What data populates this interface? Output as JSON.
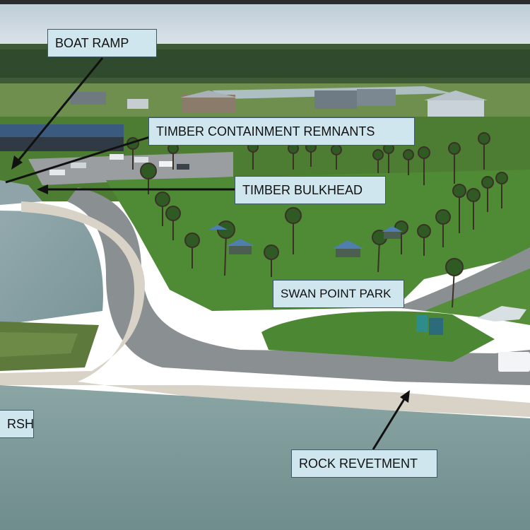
{
  "figure": {
    "callouts": {
      "boat_ramp": "BOAT RAMP",
      "timber_containment": "TIMBER CONTAINMENT REMNANTS",
      "timber_bulkhead": "TIMBER BULKHEAD",
      "park": "SWAN POINT PARK",
      "marsh": "RSH",
      "revetment": "ROCK REVETMENT"
    },
    "colors": {
      "callout_fill": "#cfe6ef",
      "callout_border": "#3d5966",
      "water": "#7d9a9a",
      "lawn": "#4f8a35",
      "road": "#8a8f92",
      "rock": "#d8d3c6",
      "sky": "#c9d6df"
    }
  }
}
